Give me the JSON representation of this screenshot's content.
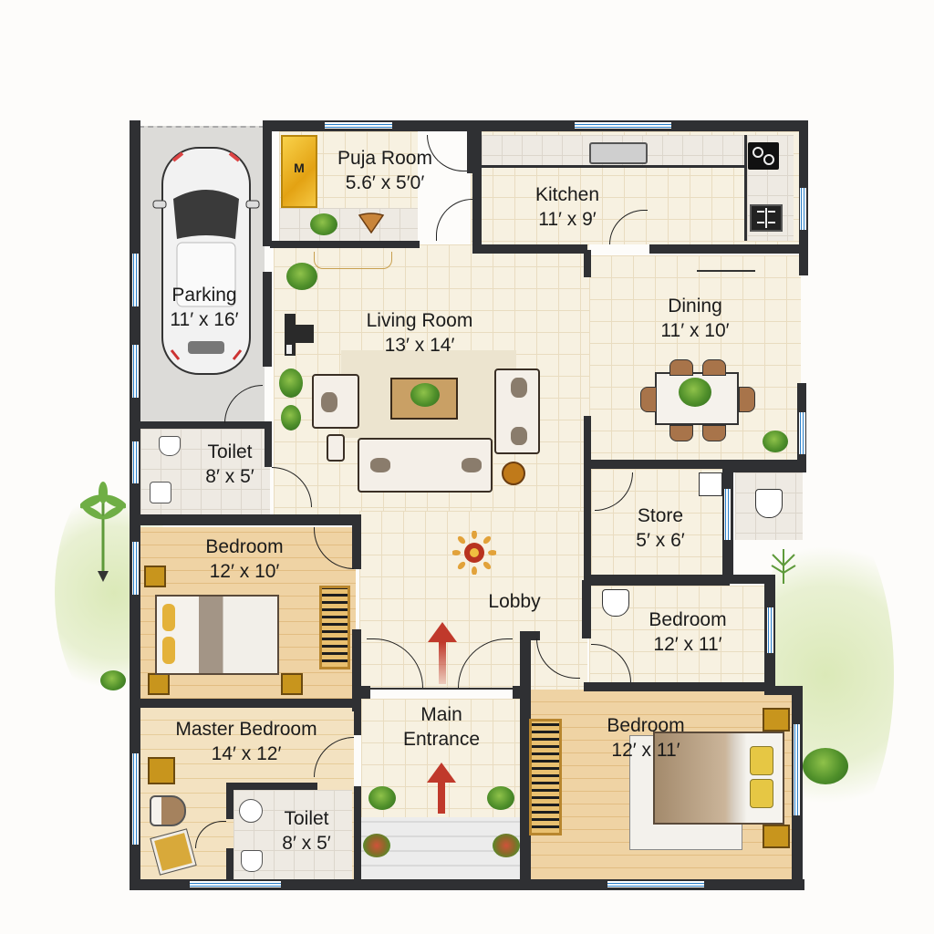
{
  "plan": {
    "rooms": [
      {
        "id": "puja",
        "name": "Puja Room",
        "dim": "5.6′ x 5′0′"
      },
      {
        "id": "kitchen",
        "name": "Kitchen",
        "dim": "11′ x 9′"
      },
      {
        "id": "parking",
        "name": "Parking",
        "dim": "11′ x 16′"
      },
      {
        "id": "living",
        "name": "Living Room",
        "dim": "13′ x 14′"
      },
      {
        "id": "dining",
        "name": "Dining",
        "dim": "11′ x 10′"
      },
      {
        "id": "toilet1",
        "name": "Toilet",
        "dim": "8′ x 5′"
      },
      {
        "id": "bedroom1",
        "name": "Bedroom",
        "dim": "12′ x 10′"
      },
      {
        "id": "store",
        "name": "Store",
        "dim": "5′ x 6′"
      },
      {
        "id": "lobby",
        "name": "Lobby",
        "dim": ""
      },
      {
        "id": "bedroom2",
        "name": "Bedroom",
        "dim": "12′ x 11′"
      },
      {
        "id": "master",
        "name": "Master Bedroom",
        "dim": "14′ x 12′"
      },
      {
        "id": "entrance",
        "name": "Main Entrance",
        "dim": ""
      },
      {
        "id": "bedroom3",
        "name": "Bedroom",
        "dim": "12′ x 11′"
      },
      {
        "id": "toilet2",
        "name": "Toilet",
        "dim": "8′ x 5′"
      }
    ],
    "entrance_lines": [
      "Main",
      "Entrance"
    ],
    "puja_idol_letter": "M",
    "colors": {
      "wall": "#2f3033",
      "window": "#2a7fc8",
      "arrow": "#c0392b",
      "tile": "#f7f1e1",
      "wood": "#e9c994",
      "greenery": "#8fc24a"
    }
  }
}
